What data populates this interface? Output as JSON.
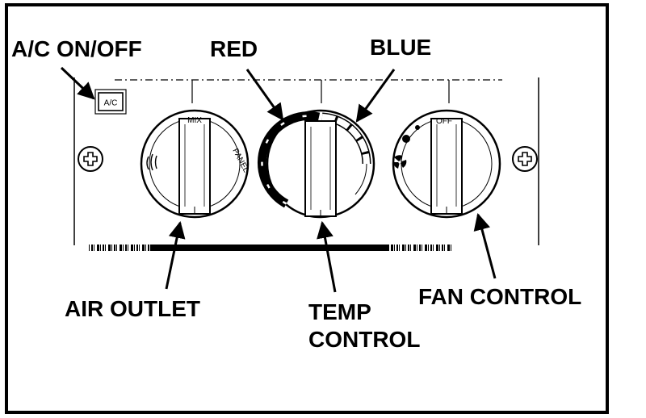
{
  "labels": {
    "ac_on_off": "A/C ON/OFF",
    "red": "RED",
    "blue": "BLUE",
    "air_outlet": "AIR OUTLET",
    "temp_control_line1": "TEMP",
    "temp_control_line2": "CONTROL",
    "fan_control": "FAN CONTROL"
  },
  "panel": {
    "ac_button_text": "A/C",
    "air_knob_mix": "MIX",
    "air_knob_panel": "PANEL",
    "fan_knob_off": "OFF"
  },
  "colors": {
    "ink": "#000000",
    "paper": "#ffffff"
  },
  "icons": {
    "left_screw": "phillips-screw-icon",
    "right_screw": "phillips-screw-icon",
    "fan": "fan-icon",
    "defrost": "windshield-defrost-icon"
  }
}
